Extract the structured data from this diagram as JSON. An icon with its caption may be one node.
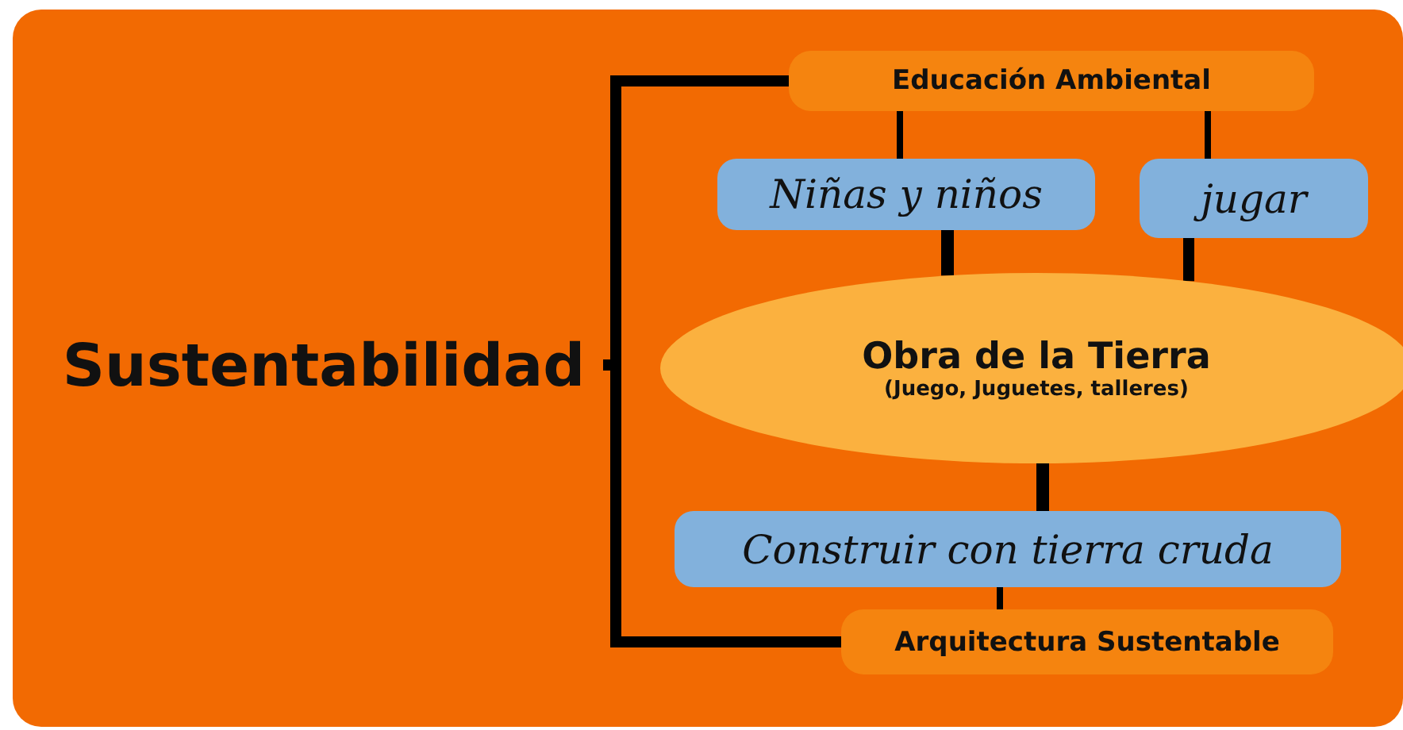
{
  "diagram": {
    "nodes": [
      {
        "text": [
          "Sustentabilidad"
        ]
      },
      {
        "text": [
          "Educación Ambiental"
        ]
      },
      {
        "text": [
          "Niñas y niños"
        ]
      },
      {
        "text": [
          "jugar"
        ]
      },
      {
        "text": [
          "Obra de la Tierra",
          "(Juego, Juguetes, talleres)"
        ]
      },
      {
        "text": [
          "Construir con tierra cruda"
        ]
      },
      {
        "text": [
          "Arquitectura Sustentable"
        ]
      }
    ],
    "edges": [
      {
        "from": 0,
        "to": 1,
        "arrow": "none"
      },
      {
        "from": 0,
        "to": 6,
        "arrow": "none"
      },
      {
        "from": 1,
        "to": 2,
        "arrow": "none"
      },
      {
        "from": 1,
        "to": 3,
        "arrow": "none"
      },
      {
        "from": 2,
        "to": 4,
        "arrow": "none"
      },
      {
        "from": 3,
        "to": 4,
        "arrow": "none"
      },
      {
        "from": 4,
        "to": 5,
        "arrow": "none"
      },
      {
        "from": 5,
        "to": 6,
        "arrow": "none"
      }
    ]
  }
}
